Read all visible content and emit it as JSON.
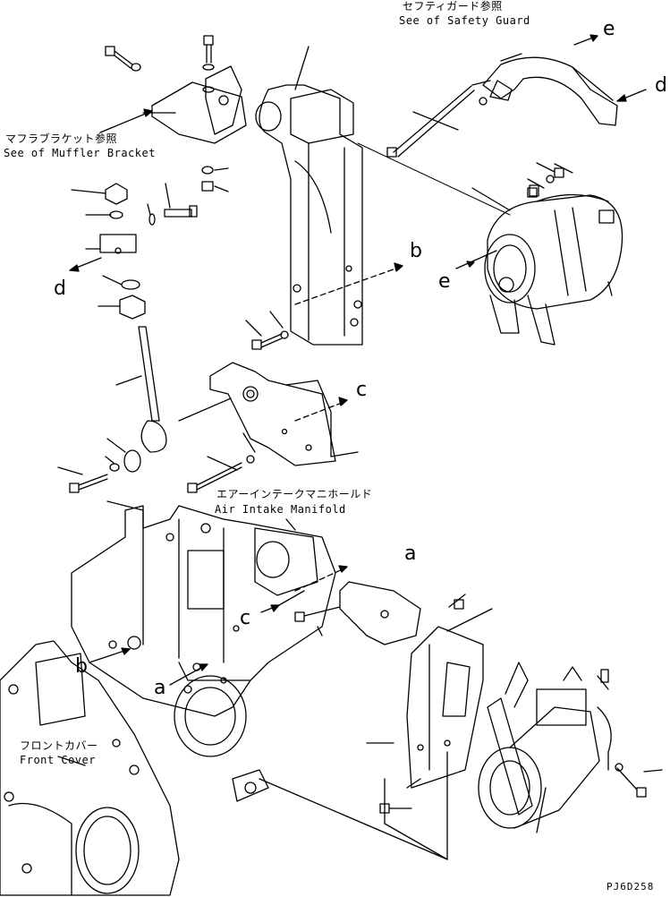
{
  "callouts": {
    "safety_guard": {
      "jp": "セフティガード参照",
      "en": "See of Safety Guard"
    },
    "muffler_bracket": {
      "jp": "マフラブラケット参照",
      "en": "See of Muffler Bracket"
    },
    "air_intake": {
      "jp": "エアーインテークマニホールド",
      "en": "Air Intake Manifold"
    },
    "front_cover": {
      "jp": "フロントカバー",
      "en": "Front Cover"
    }
  },
  "reference_letters": {
    "a": "a",
    "b": "b",
    "c": "c",
    "d": "d",
    "e": "e"
  },
  "drawing_code": "PJ6D258"
}
